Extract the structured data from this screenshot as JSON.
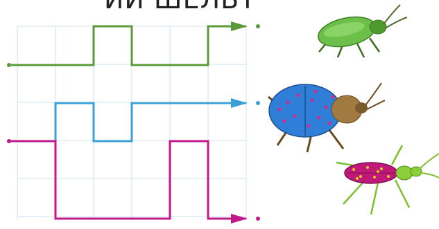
{
  "heading": "ИИ ШЕЛЬТ",
  "colors": {
    "grid": "#cfe0ec",
    "green": "#5a9a3a",
    "blue": "#3aa0d6",
    "magenta": "#c2188a"
  },
  "signals": [
    {
      "name": "green",
      "color": "#5a9a3a",
      "start": 0,
      "levels": [
        0,
        0,
        1,
        0,
        0,
        1,
        1
      ],
      "end_level": 1
    },
    {
      "name": "blue",
      "color": "#3aa0d6",
      "start": 0,
      "levels": [
        0,
        1,
        0,
        1,
        1,
        1,
        1
      ],
      "end_level": 1
    },
    {
      "name": "magenta",
      "color": "#c2188a",
      "start": 1,
      "levels": [
        1,
        0,
        0,
        0,
        1,
        0,
        0
      ],
      "end_level": 0
    }
  ],
  "illustrations": [
    {
      "icon": "green-beetle-icon"
    },
    {
      "icon": "blue-beetle-icon"
    },
    {
      "icon": "magenta-beetle-icon"
    }
  ]
}
